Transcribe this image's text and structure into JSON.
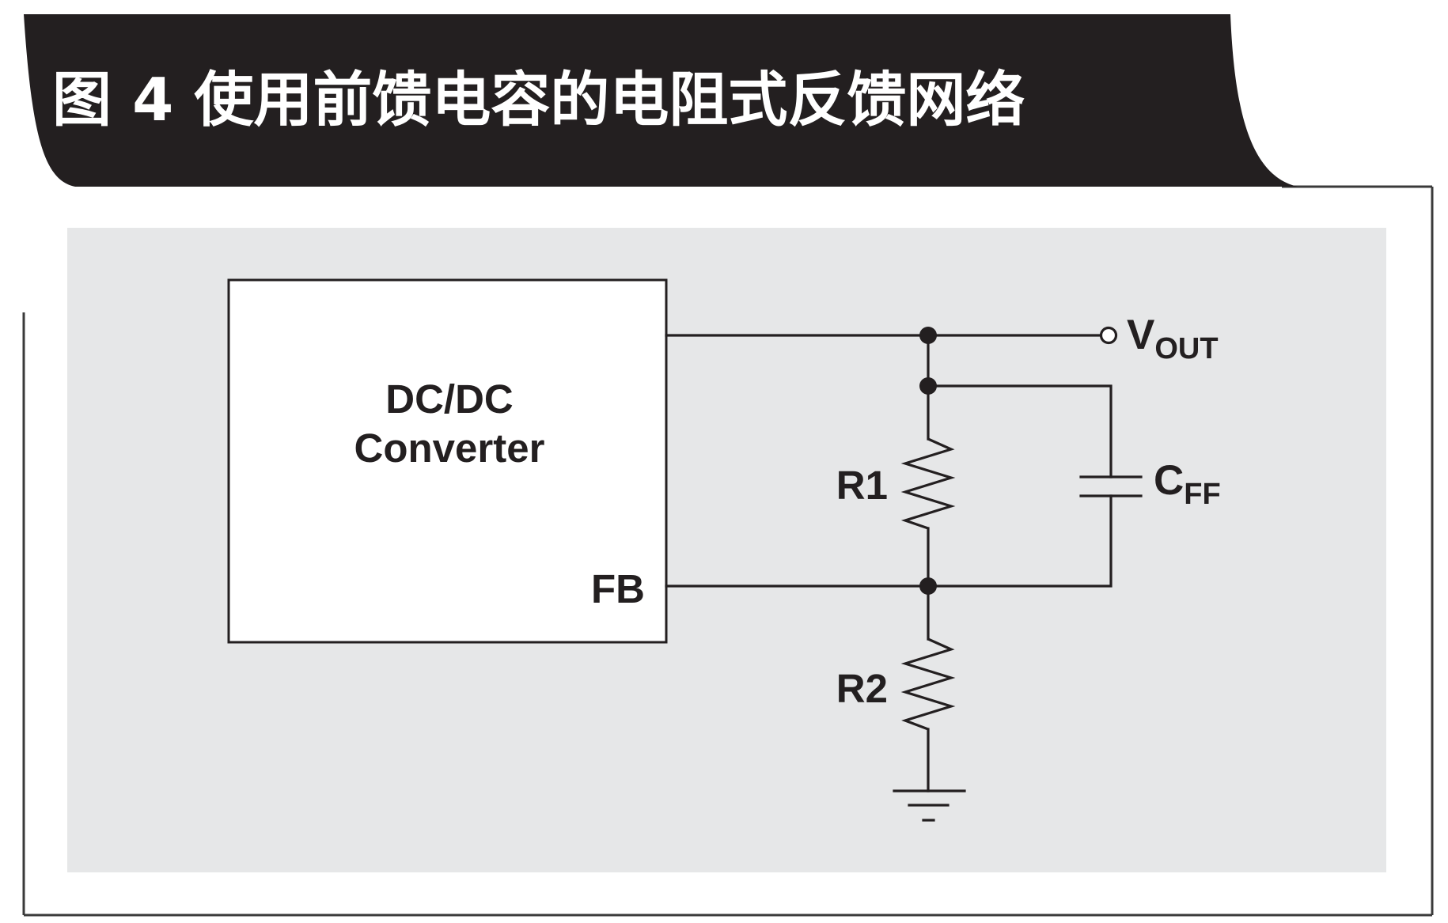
{
  "figure": {
    "title": "图 4 使用前馈电容的电阻式反馈网络"
  },
  "diagram": {
    "converter": {
      "line1": "DC/DC",
      "line2": "Converter",
      "fb_pin": "FB"
    },
    "vout": {
      "main": "V",
      "sub": "OUT"
    },
    "r1": "R1",
    "r2": "R2",
    "cff": {
      "main": "C",
      "sub": "FF"
    }
  },
  "colors": {
    "title_bar": "#231f20",
    "panel": "#e6e7e8",
    "ink": "#231f20",
    "frame": "#3a3a3a"
  }
}
